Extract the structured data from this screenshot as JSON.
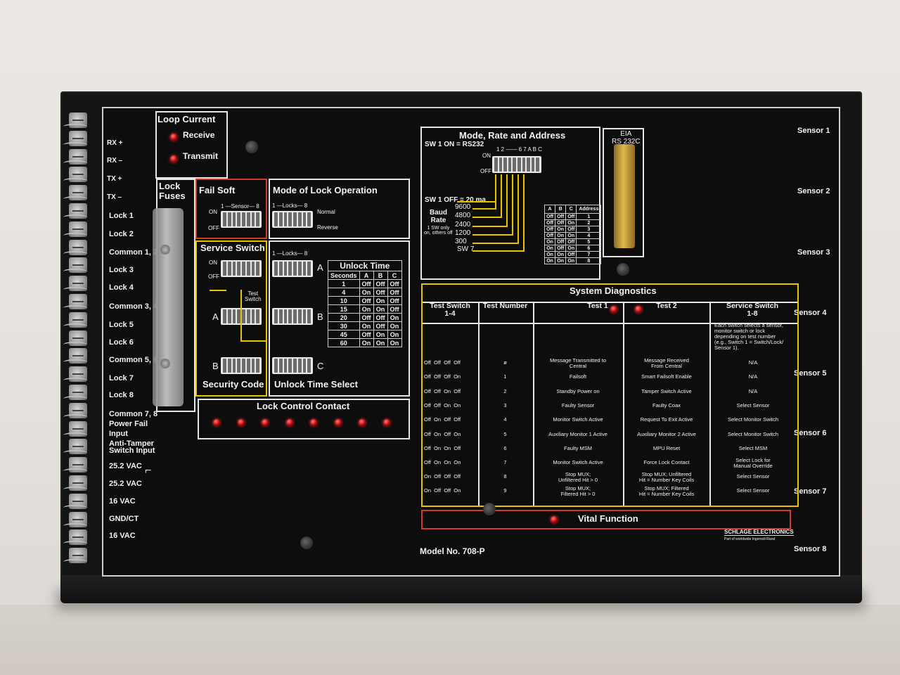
{
  "left_terminals": [
    "RX +",
    "RX –",
    "TX +",
    "TX –",
    "Lock 1",
    "Lock 2",
    "Common 1, 2",
    "Lock 3",
    "Lock 4",
    "Common 3, 4",
    "Lock 5",
    "Lock 6",
    "Common 5, 6",
    "Lock 7",
    "Lock 8",
    "Common 7, 8",
    "Power Fail",
    "Input",
    "Anti-Tamper",
    "Switch Input",
    "25.2 VAC",
    "25.2 VAC",
    "16 VAC",
    "GND/CT",
    "16 VAC"
  ],
  "loop_current": {
    "title": "Loop Current",
    "receive": "Receive",
    "transmit": "Transmit"
  },
  "lock_fuses": "Lock\nFuses",
  "fail_soft": {
    "title": "Fail Soft",
    "scale": "1 —Sensor— 8",
    "on": "ON",
    "off": "OFF"
  },
  "mode_lock": {
    "title": "Mode of Lock Operation",
    "scale": "1 —Locks— 8",
    "normal": "Normal",
    "reverse": "Reverse"
  },
  "service_switch": {
    "title": "Service Switch",
    "test_switch": "Test\nSwitch",
    "a": "A",
    "b": "B",
    "security_code": "Security Code"
  },
  "unlock": {
    "title": "Unlock Time",
    "select": "Unlock Time Select",
    "a": "A",
    "b": "B",
    "c": "C",
    "headers": [
      "Seconds",
      "A",
      "B",
      "C"
    ],
    "rows": [
      [
        "1",
        "Off",
        "Off",
        "Off"
      ],
      [
        "4",
        "On",
        "Off",
        "Off"
      ],
      [
        "10",
        "Off",
        "On",
        "Off"
      ],
      [
        "15",
        "On",
        "On",
        "Off"
      ],
      [
        "20",
        "Off",
        "Off",
        "On"
      ],
      [
        "30",
        "On",
        "Off",
        "On"
      ],
      [
        "45",
        "Off",
        "On",
        "On"
      ],
      [
        "60",
        "On",
        "On",
        "On"
      ]
    ]
  },
  "lock_control": {
    "title": "Lock Control Contact"
  },
  "mode_rate": {
    "title": "Mode, Rate and Address",
    "sw1_on": "SW 1 ON = RS232",
    "sw1_off": "SW 1 OFF = 20 ma",
    "baud": "Baud\nRate",
    "baud_note": "1 SW only\non, others off",
    "rates": [
      "9600",
      "4800",
      "2400",
      "1200",
      "300",
      "SW 7"
    ],
    "switch_nums": "1 2 —— 6 7 A B C"
  },
  "address_table": {
    "headers": [
      "A",
      "B",
      "C",
      "Address"
    ],
    "rows": [
      [
        "Off",
        "Off",
        "Off",
        "1"
      ],
      [
        "Off",
        "Off",
        "On",
        "2"
      ],
      [
        "Off",
        "On",
        "Off",
        "3"
      ],
      [
        "Off",
        "On",
        "On",
        "4"
      ],
      [
        "On",
        "Off",
        "Off",
        "5"
      ],
      [
        "On",
        "Off",
        "On",
        "6"
      ],
      [
        "On",
        "On",
        "Off",
        "7"
      ],
      [
        "On",
        "On",
        "On",
        "8"
      ]
    ]
  },
  "eia": "EIA\nRS 232C",
  "sensors": [
    "Sensor 1",
    "Sensor 2",
    "Sensor 3",
    "Sensor 4",
    "Sensor 5",
    "Sensor 6",
    "Sensor 7",
    "Sensor 8"
  ],
  "diagnostics": {
    "title": "System Diagnostics",
    "headers": [
      "Test Switch\n1-4",
      "Test Number",
      "Test 1",
      "Test 2",
      "Service Switch\n1-8"
    ],
    "service_note": "Each switch selects a sensor,\nmonitor switch or lock\ndepending on test number\n(e.g., Switch 1 = Switch/Lock/\nSensor 1).",
    "rows": [
      [
        "Off  Off  Off  Off",
        "ø",
        "Message Transmitted to\nCentral",
        "Message Received\nFrom Central",
        "N/A"
      ],
      [
        "Off  Off  Off  On",
        "1",
        "Failsoft",
        "Smart Failsoft Enable",
        "N/A"
      ],
      [
        "Off  Off  On  Off",
        "2",
        "Standby Power on",
        "Tamper Switch Active",
        "N/A"
      ],
      [
        "Off  Off  On  On",
        "3",
        "Faulty Sensor",
        "Faulty Coax",
        "Select Sensor"
      ],
      [
        "Off  On  Off  Off",
        "4",
        "Monitor Switch Active",
        "Request To Exit Active",
        "Select Monitor Switch"
      ],
      [
        "Off  On  Off  On",
        "5",
        "Auxiliary Monitor 1 Active",
        "Auxiliary Monitor 2 Active",
        "Select Monitor Switch"
      ],
      [
        "Off  On  On  Off",
        "6",
        "Faulty MSM",
        "MPU Reset",
        "Select MSM"
      ],
      [
        "Off  On  On  On",
        "7",
        "Monitor Switch Active",
        "Force Lock Contact",
        "Select Lock for\nManual Override"
      ],
      [
        "On  Off  Off  Off",
        "8",
        "Stop MUX;\nUnfiltered Hit > 0",
        "Stop MUX; Unfiltered\nHit = Number Key Coils",
        "Select Sensor"
      ],
      [
        "On  Off  Off  On",
        "9",
        "Stop MUX;\nFiltered Hit > 0",
        "Stop MUX; Filtered\nHit = Number Key Coils",
        "Select Sensor"
      ]
    ]
  },
  "vital_function": "Vital Function",
  "model": "Model No. 708-P",
  "brand": {
    "name": "SCHLAGE ELECTRONICS",
    "tagline": "Part of worldwide Ingersoll-Rand"
  }
}
